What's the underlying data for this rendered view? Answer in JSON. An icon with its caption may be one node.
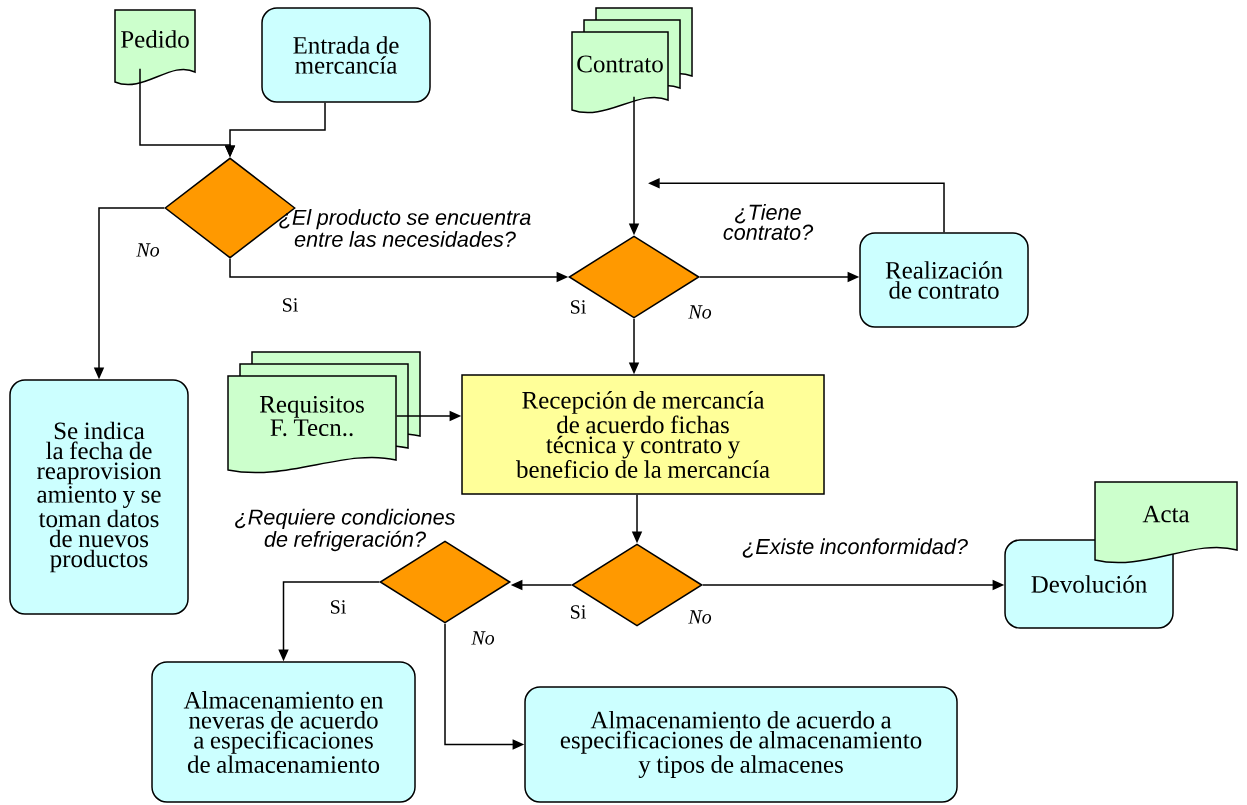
{
  "diagram": {
    "nodes": [
      {
        "text": [
          "Pedido"
        ]
      },
      {
        "text": [
          "Entrada de mercancía"
        ]
      },
      {
        "text": [
          "Contrato"
        ]
      },
      {
        "text": [],
        "shape": "diamond",
        "beside": [
          "¿El producto se encuentra entre las necesidades?"
        ]
      },
      {
        "text": [],
        "shape": "diamond",
        "beside": [
          "¿Tiene contrato?"
        ]
      },
      {
        "text": [
          "Realización de contrato"
        ]
      },
      {
        "text": [
          "Se indica la fecha de reaprovision amiento y se toman datos de nuevos productos"
        ]
      },
      {
        "text": [
          "Requisitos F. Tecn.."
        ]
      },
      {
        "text": [
          "Recepción de mercancía de acuerdo fichas técnica y contrato y beneficio de la mercancía"
        ]
      },
      {
        "text": [],
        "shape": "diamond",
        "beside": [
          "¿Existe inconformidad?"
        ]
      },
      {
        "text": [],
        "shape": "diamond",
        "beside": [
          "¿Requiere condiciones de refrigeración?"
        ]
      },
      {
        "text": [
          "Devolución"
        ]
      },
      {
        "text": [
          "Acta"
        ]
      },
      {
        "text": [
          "Almacenamiento en neveras de acuerdo a especificaciones de almacenamiento"
        ]
      },
      {
        "text": [
          "Almacenamiento de acuerdo a especificaciones de almacenamiento y tipos de almacenes"
        ]
      }
    ],
    "edges": [
      {
        "from": 0,
        "to": 3,
        "arrow": "to"
      },
      {
        "from": 1,
        "to": 3,
        "arrow": "to"
      },
      {
        "from": 3,
        "to": 6,
        "arrow": "to",
        "label": "No"
      },
      {
        "from": 3,
        "to": 4,
        "arrow": "to",
        "label": "Si"
      },
      {
        "from": 2,
        "to": 4,
        "arrow": "to"
      },
      {
        "from": 4,
        "to": 5,
        "arrow": "to",
        "label": "No"
      },
      {
        "from": 5,
        "to": 4,
        "arrow": "to"
      },
      {
        "from": 4,
        "to": 8,
        "arrow": "to",
        "label": "Si"
      },
      {
        "from": 7,
        "to": 8,
        "arrow": "to"
      },
      {
        "from": 8,
        "to": 9,
        "arrow": "to"
      },
      {
        "from": 9,
        "to": 10,
        "arrow": "to",
        "label": "Si"
      },
      {
        "from": 9,
        "to": 11,
        "arrow": "to",
        "label": "No"
      },
      {
        "from": 10,
        "to": 13,
        "arrow": "to",
        "label": "Si"
      },
      {
        "from": 10,
        "to": 14,
        "arrow": "to",
        "label": "No"
      }
    ]
  }
}
